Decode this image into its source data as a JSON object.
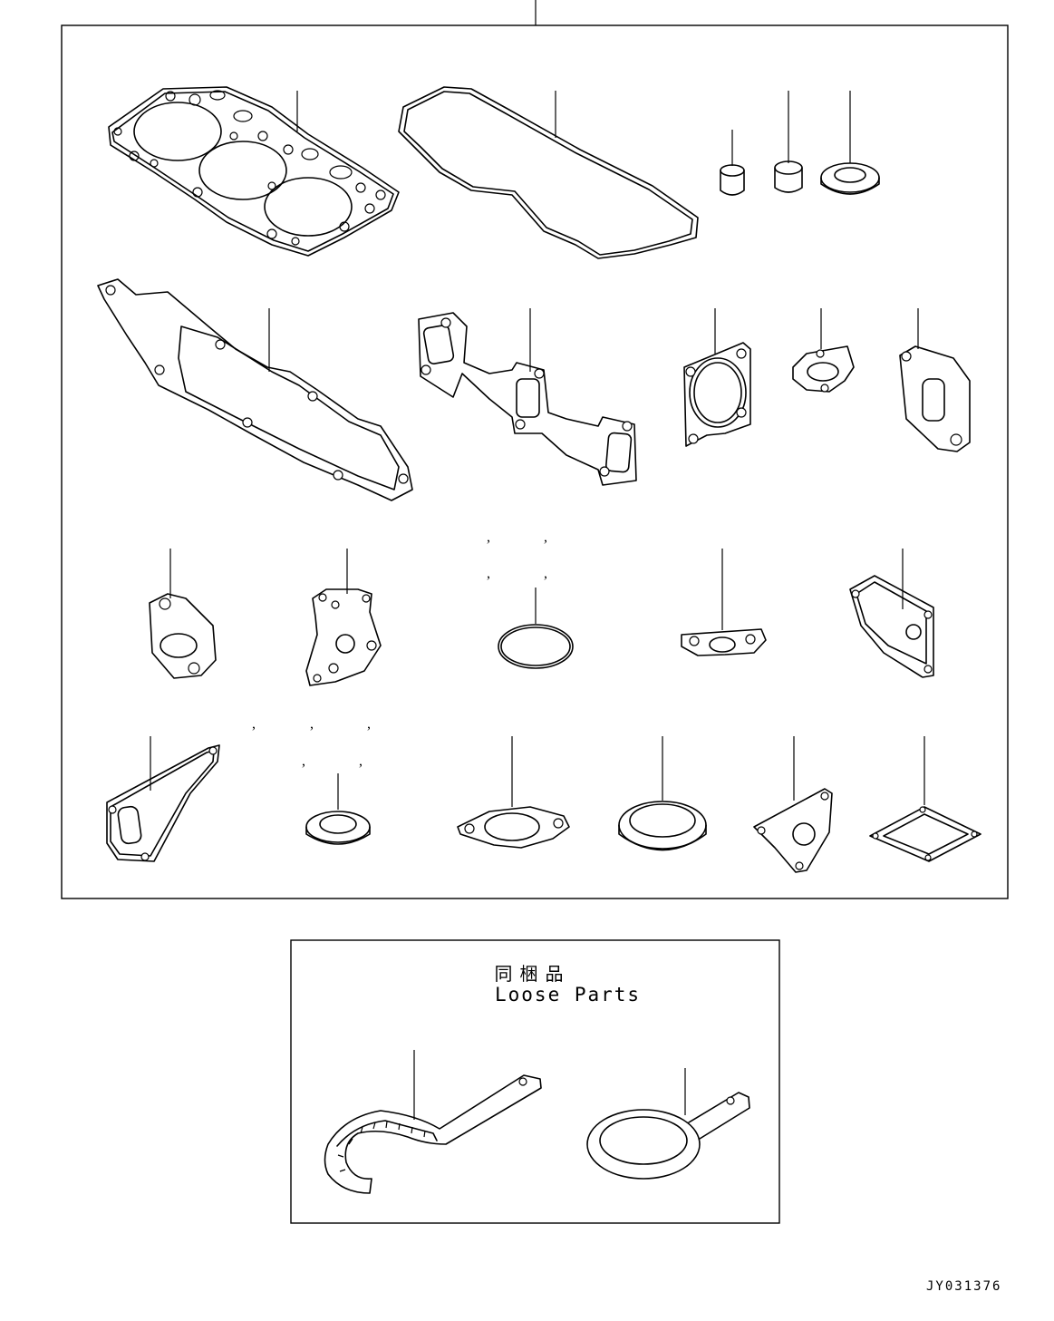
{
  "loose_parts_box": {
    "title_jp": "同梱品",
    "title_en": "Loose Parts"
  },
  "drawing_number": "JY031376",
  "callout_commas": [
    ",",
    ",",
    ",",
    ",",
    ",",
    ",",
    ",",
    ",",
    ",",
    ","
  ]
}
